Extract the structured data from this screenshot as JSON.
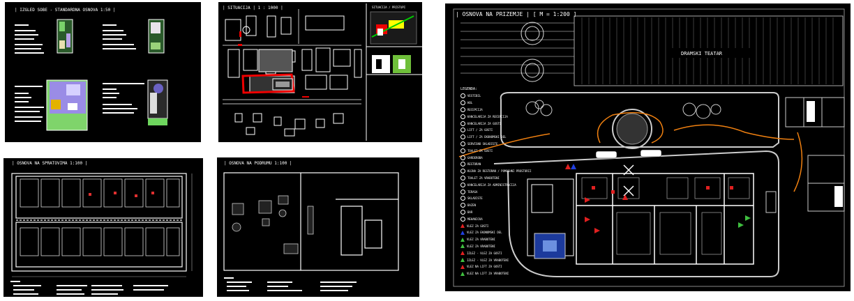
{
  "sheets": {
    "rooms": {
      "title": "| IZGLED SOBE - STANDARDNA OSNOVA 1:50 |"
    },
    "site": {
      "title": "| SITUACIJA | 1 : 1000 |",
      "inset_title": "SITUACIJA / PRISTUPI"
    },
    "floor": {
      "title": "| OSNOVA NA SPRATOVIMA 1:100 |"
    },
    "basement": {
      "title": "| OSNOVA NA PODRUMU 1:100 |"
    },
    "main": {
      "title": "| OSNOVA NA PRIZEMJE | [ M = 1:200 ]",
      "theatre_label": "DRAMSKI TEATAR",
      "legend_heading": "LEGENDA:",
      "legend": [
        "VESTIBIL",
        "HOL",
        "RECEPCIJA",
        "KANCELARIJA ZA RECEPCIJA",
        "KANCELARIJA ZA GOSTI",
        "LIFT / ZA GOSTI",
        "LIFT / ZA EKONOMSKI DEL",
        "SERVISNO SKLADISTE",
        "TOALET ZA GOSTI",
        "GARDEROBA",
        "RESTORAN",
        "KUJNA ZA RESTORAN / POMOSHNI PROSTORII",
        "TOALET ZA VRABOTENI",
        "KANCELARIJA ZA ADMINISTRACIJA",
        "TERASA",
        "SKLADISTE",
        "BAZEN",
        "BAR",
        "MEHANICKA",
        "VLEZ ZA GOSTI",
        "VLEZ ZA EKONOMSKI DEL",
        "VLEZ ZA VRABOTENI",
        "VLEZ ZA VRABOTENI",
        "IZLEZ - VLEZ ZA GOSTI",
        "IZLEZ - VLEZ ZA VRABOTENI",
        "VLEZ NA LIFT ZA GOSTI",
        "VLEZ NA LIFT ZA VRABOTENI"
      ]
    }
  }
}
